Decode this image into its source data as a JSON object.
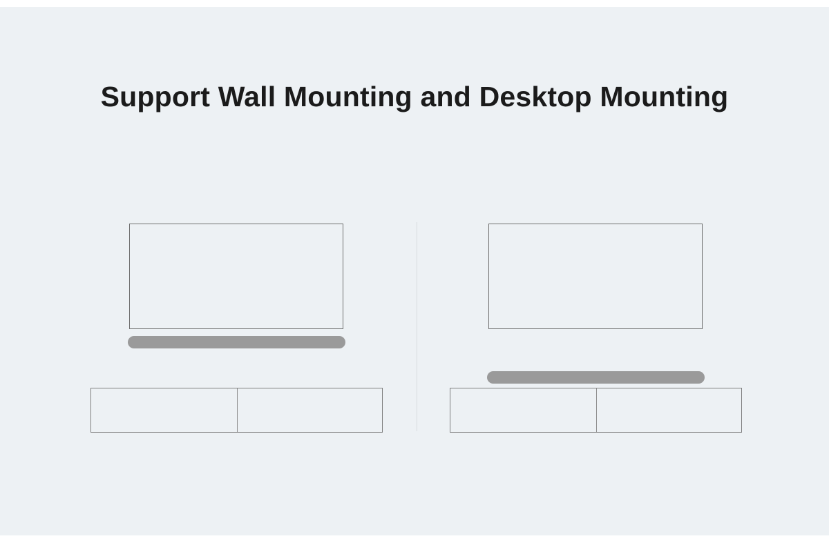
{
  "page": {
    "title": "Support Wall Mounting and Desktop Mounting"
  },
  "colors": {
    "background": "#edf1f4",
    "edge_strips": "#ffffff",
    "title_text": "#1b1b1b",
    "tv_outline": "#6e6e6e",
    "soundbar_fill": "#9a9a9a",
    "cabinet_outline": "#7d7d7d",
    "section_divider": "#d7dbde"
  },
  "figures": [
    {
      "id": "wall-mounting",
      "shapes": [
        "tv-outline",
        "soundbar-below-tv",
        "tv-cabinet"
      ]
    },
    {
      "id": "desktop-mounting",
      "shapes": [
        "tv-outline",
        "soundbar-on-cabinet",
        "tv-cabinet"
      ]
    }
  ]
}
